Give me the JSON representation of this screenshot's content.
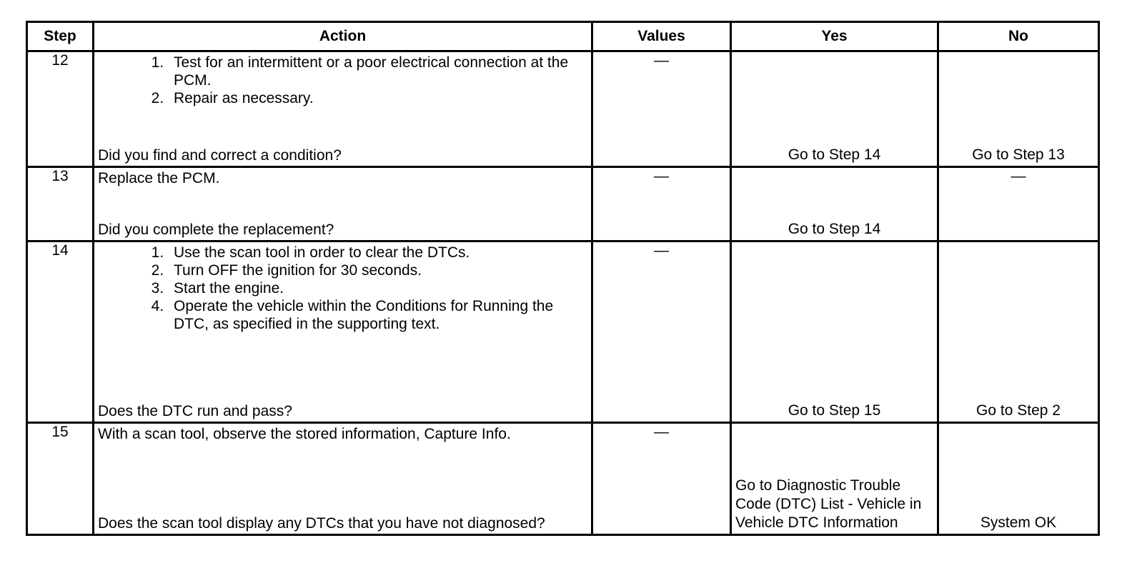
{
  "headers": {
    "step": "Step",
    "action": "Action",
    "values": "Values",
    "yes": "Yes",
    "no": "No"
  },
  "rows": [
    {
      "step": "12",
      "steps_list": [
        "Test for an intermittent or a poor electrical connection at the PCM.",
        "Repair as necessary."
      ],
      "question": "Did you find and correct a condition?",
      "values": "—",
      "yes": "Go to Step 14",
      "no": "Go to Step 13"
    },
    {
      "step": "13",
      "intro": "Replace the PCM.",
      "question": "Did you complete the replacement?",
      "values": "—",
      "yes": "Go to Step 14",
      "no": "—"
    },
    {
      "step": "14",
      "steps_list": [
        "Use the scan tool in order to clear the DTCs.",
        "Turn OFF the ignition for 30 seconds.",
        "Start the engine.",
        "Operate the vehicle within the Conditions for Running the DTC, as specified in the supporting text."
      ],
      "question": "Does the DTC run and pass?",
      "values": "—",
      "yes": "Go to Step 15",
      "no": "Go to Step 2"
    },
    {
      "step": "15",
      "intro": "With a scan tool, observe the stored information, Capture Info.",
      "question": "Does the scan tool display any DTCs that you have not diagnosed?",
      "values": "—",
      "yes": "Go to Diagnostic Trouble Code (DTC) List - Vehicle in Vehicle DTC Information",
      "no": "System OK"
    }
  ]
}
